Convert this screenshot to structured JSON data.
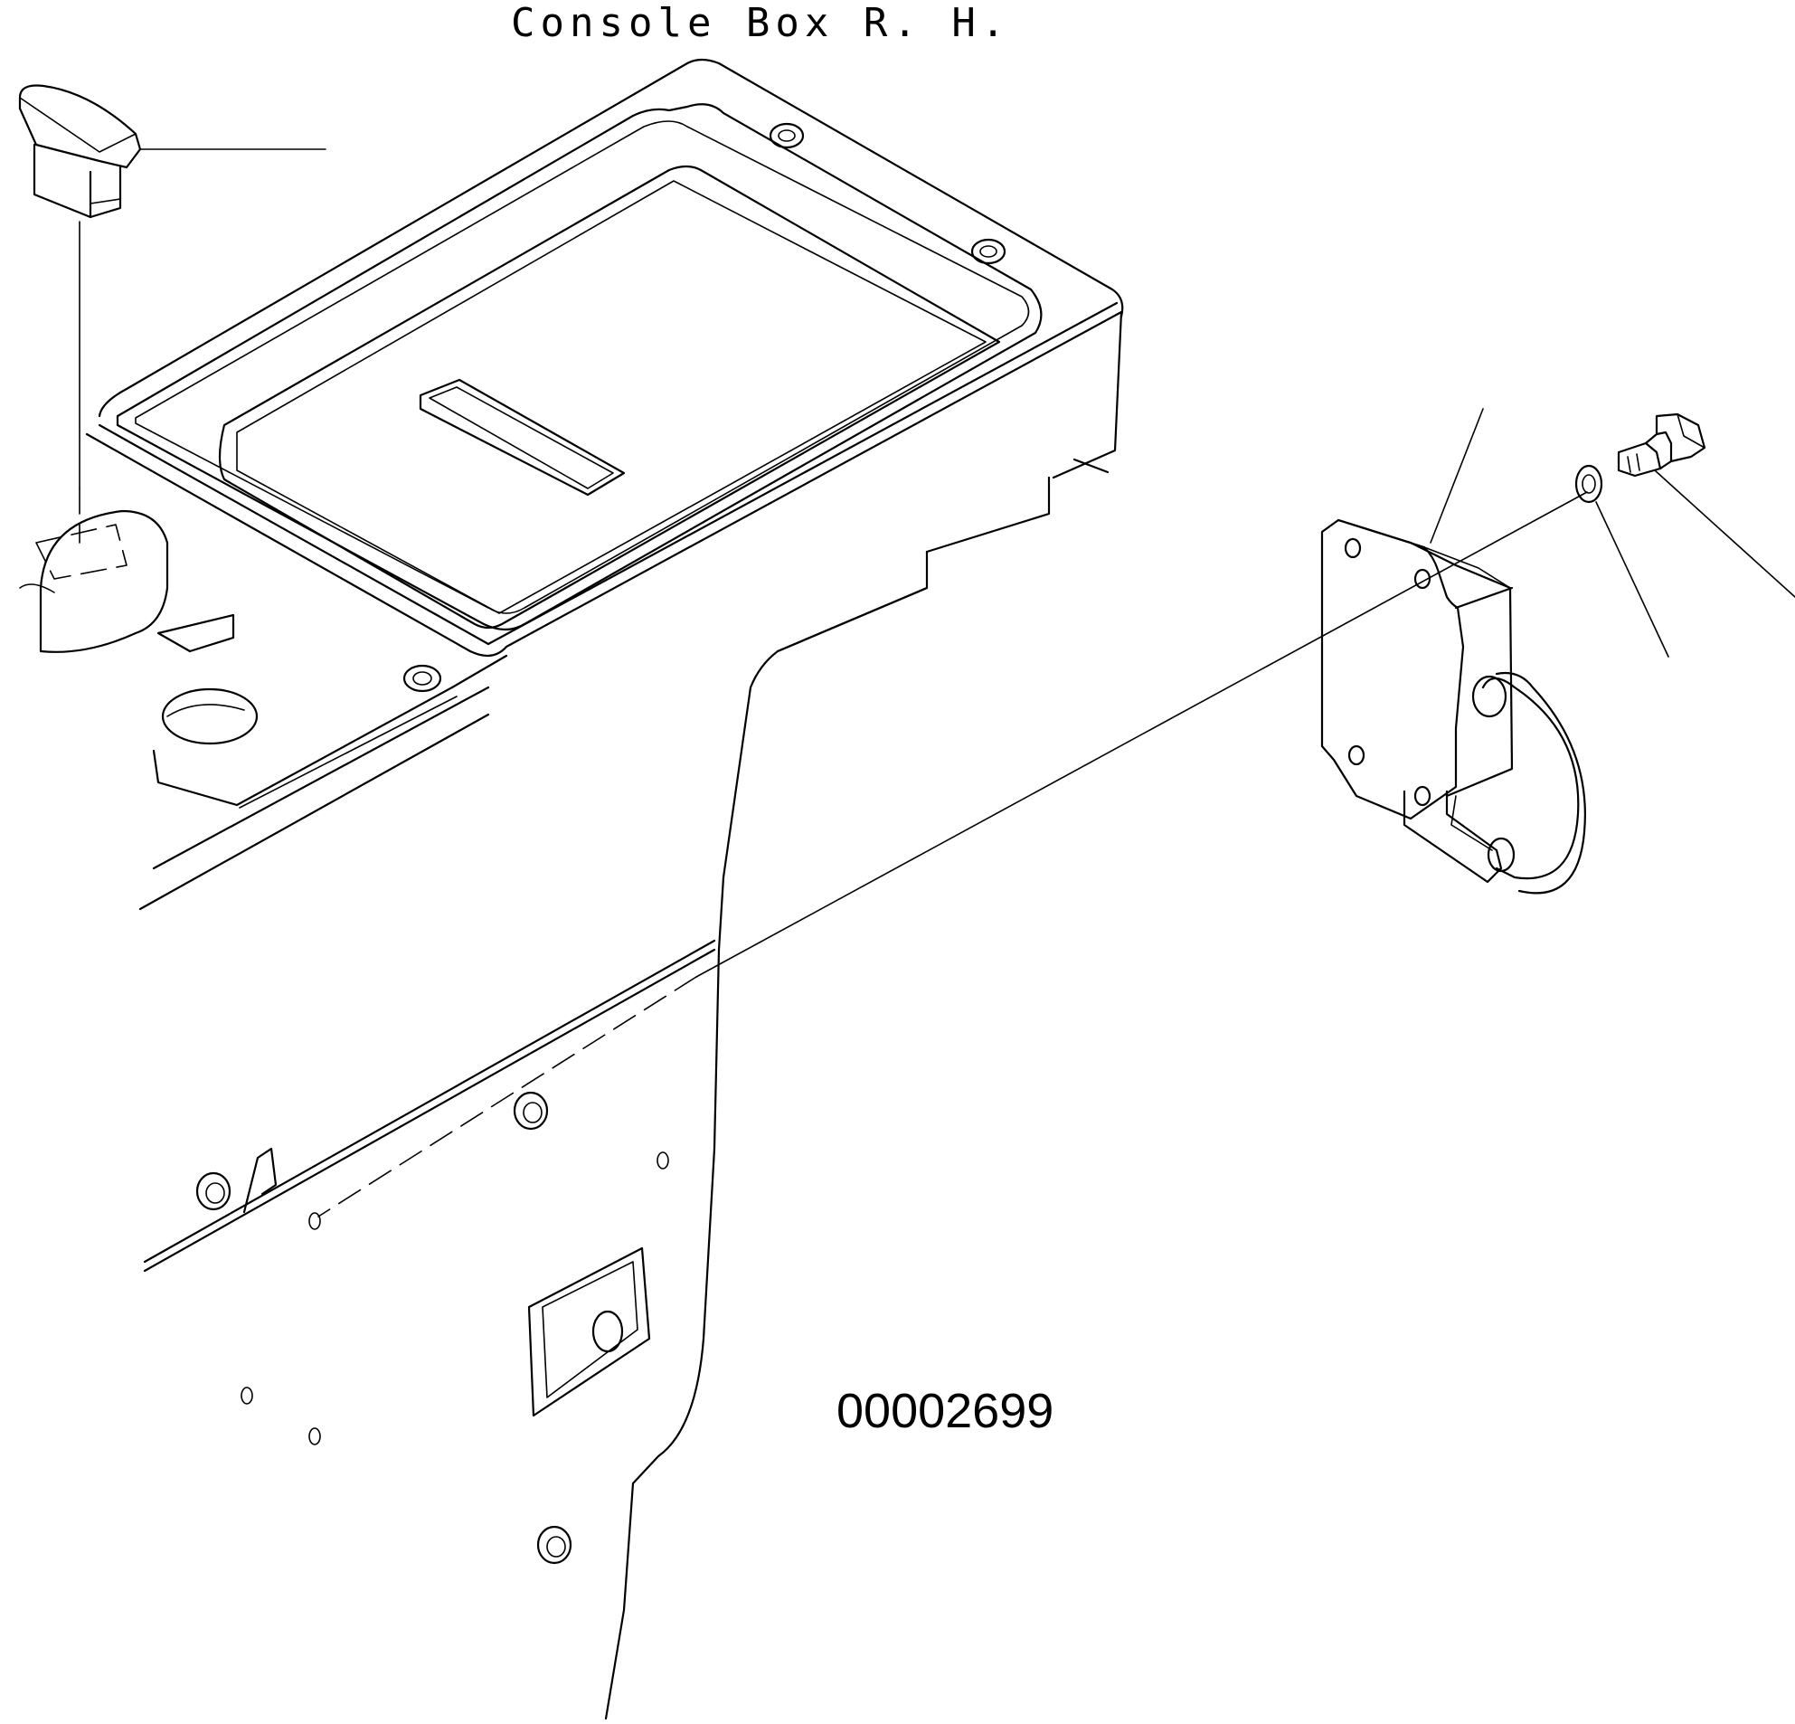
{
  "drawing": {
    "title": "Console Box R. H.",
    "figure_number": "00002699"
  },
  "parts": [
    {
      "name": "switch-knob",
      "depicts": "rocker switch cap"
    },
    {
      "name": "console-box-rh",
      "depicts": "right-hand console box"
    },
    {
      "name": "control-module",
      "depicts": "electronic control module with harness"
    },
    {
      "name": "washer",
      "depicts": "flat washer"
    },
    {
      "name": "bolt",
      "depicts": "flanged hex bolt"
    }
  ],
  "colors": {
    "line": "#000000",
    "background": "#ffffff"
  }
}
